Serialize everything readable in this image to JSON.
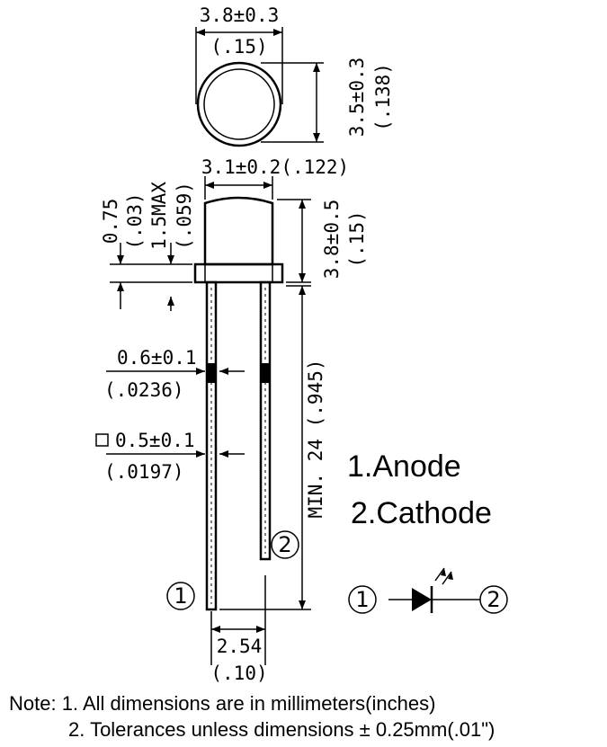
{
  "dimensions": {
    "top_diameter": "3.8±0.3",
    "top_diameter_in": "(.15)",
    "top_depth": "3.5±0.3",
    "top_depth_in": "(.138)",
    "body_width": "3.1±0.2(.122)",
    "flange_height": "0.75",
    "flange_height_in": "(.03)",
    "flange_max": "1.5MAX",
    "flange_max_in": "(.059)",
    "body_height": "3.8±0.5",
    "body_height_in": "(.15)",
    "lead_width": "0.6±0.1",
    "lead_width_in": "(.0236)",
    "lead_square": "0.5±0.1",
    "lead_square_in": "(.0197)",
    "lead_length": "MIN. 24 (.945)",
    "lead_spacing": "2.54",
    "lead_spacing_in": "(.10)"
  },
  "pins": {
    "pin1": "1.Anode",
    "pin2": "2.Cathode",
    "pin1_marker": "①",
    "pin2_marker": "②"
  },
  "note": {
    "line1": "Note: 1. All dimensions are in millimeters(inches)",
    "line2": "2. Tolerances unless dimensions ± 0.25mm(.01\")"
  }
}
